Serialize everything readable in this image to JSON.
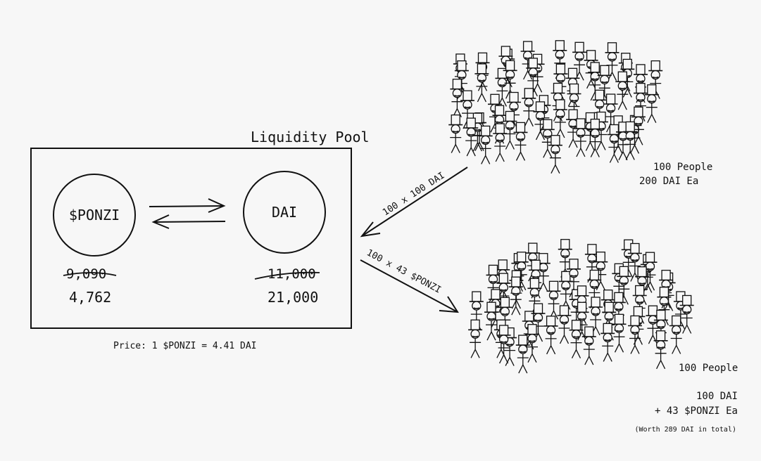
{
  "pool": {
    "title": "Liquidity Pool",
    "left_token": "$PONZI",
    "right_token": "DAI",
    "left_old_amount": "9,090",
    "left_new_amount": "4,762",
    "right_old_amount": "11,000",
    "right_new_amount": "21,000",
    "price": "Price: 1 $PONZI = 4.41 DAI"
  },
  "top_group": {
    "arrow_label": "100 x 100 DAI",
    "people": "100 People",
    "holdings": "200 DAI Ea"
  },
  "bottom_group": {
    "arrow_label": "100 x 43 $PONZI",
    "people": "100 People",
    "holdings_dai": "100 DAI",
    "holdings_ponzi": "+ 43 $PONZI Ea",
    "worth_note": "(Worth 289 DAI in total)"
  },
  "colors": {
    "ink": "#111111",
    "background": "#f7f7f7"
  },
  "icons": [
    "stick-figure-top-hat-icon"
  ]
}
